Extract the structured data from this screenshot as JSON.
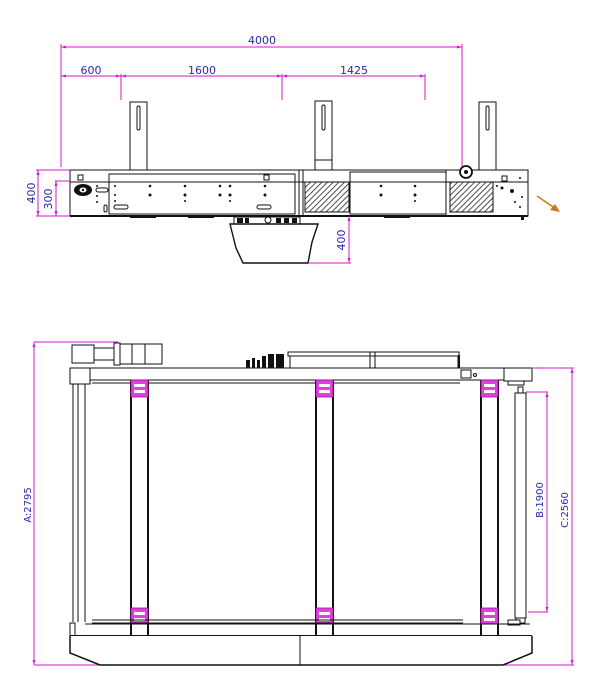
{
  "drawing": {
    "top_view": {
      "dimensions": {
        "overall_length": "4000",
        "segment_1": "600",
        "segment_2": "1600",
        "segment_3": "1425",
        "frame_height_outer": "400",
        "frame_height_inner": "300",
        "motor_drop": "400"
      },
      "direction_arrow_color": "#d07818"
    },
    "front_view": {
      "dimensions": {
        "A": "A:2795",
        "B": "B:1900",
        "C": "C:2560"
      }
    },
    "colors": {
      "dimension_line": "#d01ad0",
      "dimension_text": "#2a2aa8",
      "linework": "#111111",
      "bracket": "#e040e0"
    }
  }
}
